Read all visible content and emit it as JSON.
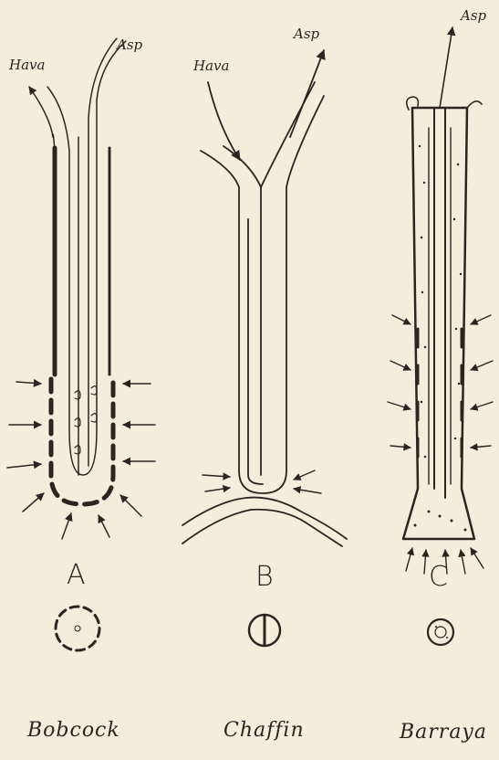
{
  "diagram_a": {
    "letter": "A",
    "name": "Bobcock",
    "inlet_label": "Hava",
    "outlet_label": "Asp"
  },
  "diagram_b": {
    "letter": "B",
    "name": "Chaffin",
    "inlet_label": "Hava",
    "outlet_label": "Asp"
  },
  "diagram_c": {
    "letter": "C",
    "name": "Barraya",
    "outlet_label": "Asp"
  },
  "ink_color": "#2a2520",
  "paper_color": "#f3eedb"
}
